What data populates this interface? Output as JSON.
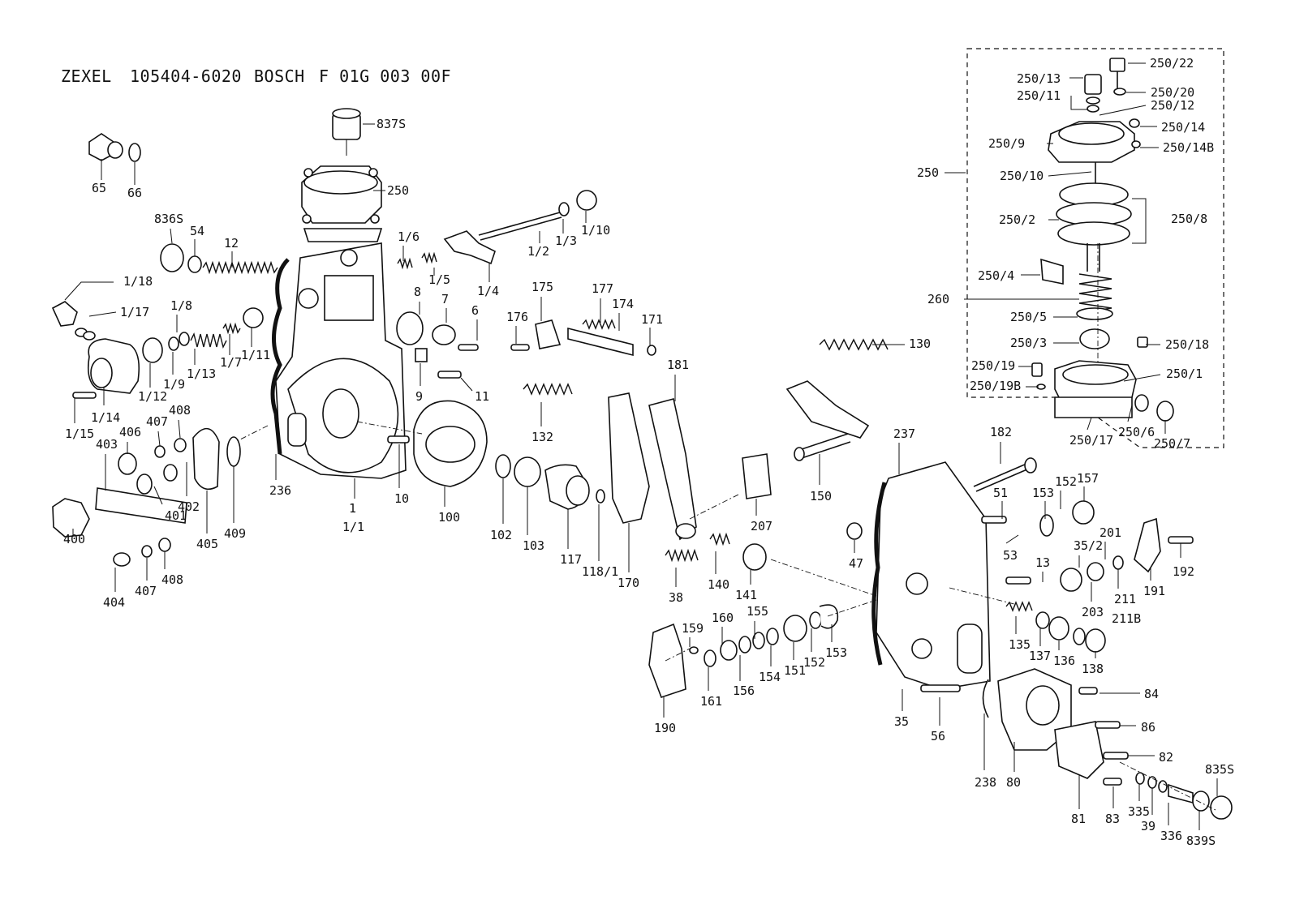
{
  "title": {
    "brand1": "ZEXEL",
    "part1": "105404-6020",
    "brand2": "BOSCH",
    "part2": "F 01G 003 00F"
  },
  "labels": [
    "837S",
    "250",
    "65",
    "66",
    "836S",
    "54",
    "12",
    "1/18",
    "1/17",
    "1/8",
    "1/6",
    "1/5",
    "1/2",
    "1/3",
    "1/10",
    "1/4",
    "8",
    "7",
    "6",
    "175",
    "177",
    "174",
    "171",
    "176",
    "1/9",
    "1/13",
    "1/7",
    "1/11",
    "1/12",
    "1/14",
    "1/15",
    "9",
    "11",
    "132",
    "181",
    "130",
    "406",
    "407",
    "408",
    "403",
    "401",
    "402",
    "405",
    "409",
    "236",
    "1",
    "1/1",
    "10",
    "100",
    "102",
    "103",
    "117",
    "118/1",
    "170",
    "207",
    "150",
    "400",
    "404",
    "407",
    "408",
    "38",
    "140",
    "141",
    "237",
    "182",
    "51",
    "153",
    "152",
    "157",
    "47",
    "53",
    "35/2",
    "201",
    "192",
    "13",
    "211",
    "211B",
    "203",
    "191",
    "159",
    "160",
    "155",
    "161",
    "156",
    "154",
    "151",
    "152",
    "153",
    "190",
    "135",
    "137",
    "136",
    "138",
    "35",
    "56",
    "84",
    "86",
    "82",
    "238",
    "80",
    "81",
    "83",
    "335",
    "39",
    "336",
    "839S",
    "835S",
    "250/22",
    "250/13",
    "250/20",
    "250/11",
    "250/12",
    "250/14",
    "250/9",
    "250/14B",
    "250/10",
    "250/2",
    "250/8",
    "250/4",
    "260",
    "250/5",
    "250/3",
    "250/18",
    "250/19",
    "250/1",
    "250/19B",
    "250/6",
    "250/17",
    "250/7"
  ],
  "groups": {
    "inset_reference": "250"
  }
}
